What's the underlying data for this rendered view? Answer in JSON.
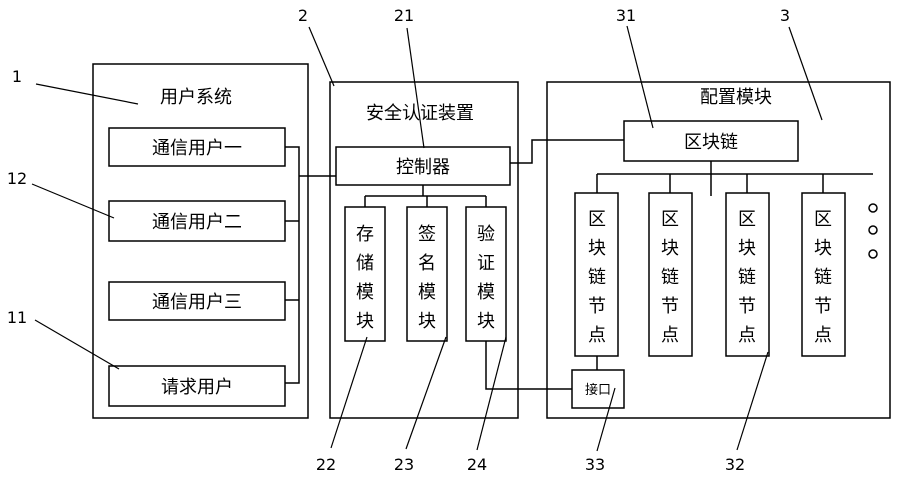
{
  "user_system": {
    "title": "用户系统",
    "users": [
      "通信用户一",
      "通信用户二",
      "通信用户三",
      "请求用户"
    ]
  },
  "security_device": {
    "title": "安全认证装置",
    "controller": "控制器",
    "modules": [
      "存储模块",
      "签名模块",
      "验证模块"
    ]
  },
  "config_module": {
    "title": "配置模块",
    "blockchain": "区块链",
    "nodes": [
      "区块链节点",
      "区块链节点",
      "区块链节点",
      "区块链节点"
    ],
    "interface": "接口"
  },
  "labels": {
    "n1": "1",
    "n2": "2",
    "n3": "3",
    "n11": "11",
    "n12": "12",
    "n21": "21",
    "n22": "22",
    "n23": "23",
    "n24": "24",
    "n31": "31",
    "n32": "32",
    "n33": "33"
  }
}
